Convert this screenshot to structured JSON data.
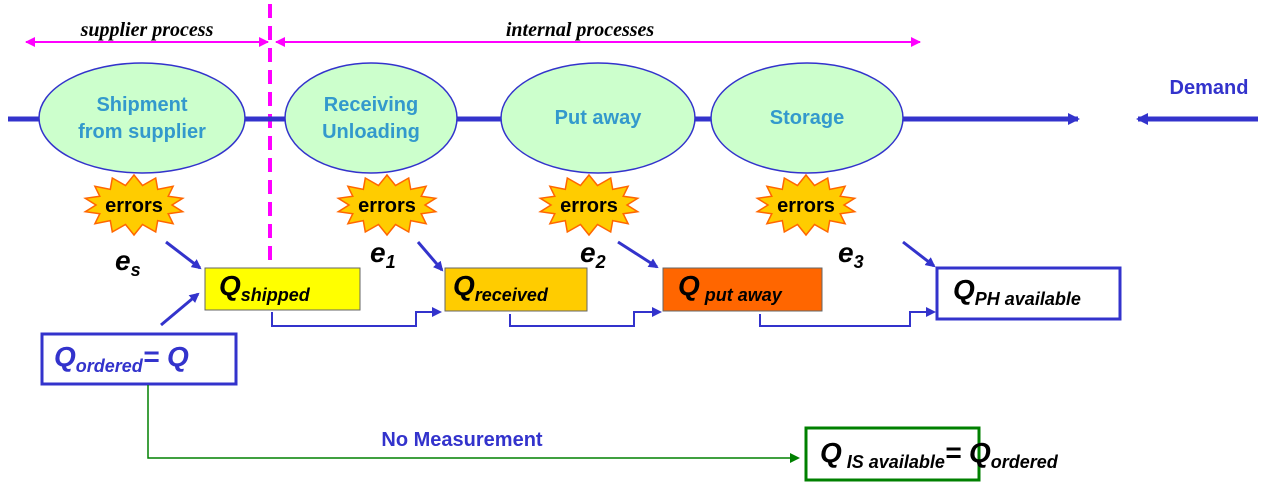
{
  "phases": {
    "supplier": "supplier process",
    "internal": "internal processes"
  },
  "processes": [
    {
      "line1": "Shipment",
      "line2": "from supplier"
    },
    {
      "line1": "Receiving",
      "line2": "Unloading"
    },
    {
      "line1": "Put away",
      "line2": ""
    },
    {
      "line1": "Storage",
      "line2": ""
    }
  ],
  "demand": "Demand",
  "error_badge": "errors",
  "error_terms": [
    {
      "base": "e",
      "sub": "s"
    },
    {
      "base": "e",
      "sub": "1"
    },
    {
      "base": "e",
      "sub": "2"
    },
    {
      "base": "e",
      "sub": "3"
    }
  ],
  "quantities": {
    "shipped": {
      "base": "Q",
      "sub": "shipped"
    },
    "received": {
      "base": "Q",
      "sub": "received"
    },
    "put_away": {
      "base": "Q",
      "sub": " put away"
    },
    "ph_available": {
      "base": "Q",
      "sub": "PH available"
    },
    "ordered": {
      "base": "Q",
      "sub": "ordered",
      "rhs": "= Q"
    },
    "is_available": {
      "base": "Q",
      "sub": " IS available",
      "eq": "= ",
      "rhs_base": "Q",
      "rhs_sub": "ordered"
    }
  },
  "no_measurement": "No Measurement",
  "colors": {
    "line_blue": "#3333cc",
    "magenta": "#ff00ff",
    "ellipse_fill": "#ccffcc",
    "ellipse_text": "#3399cc",
    "star_fill": "#ffcc00",
    "shipped_fill": "#ffff00",
    "received_fill": "#ffcc00",
    "putaway_fill": "#ff6600",
    "green": "#008000",
    "demand_blue": "#3333cc"
  }
}
